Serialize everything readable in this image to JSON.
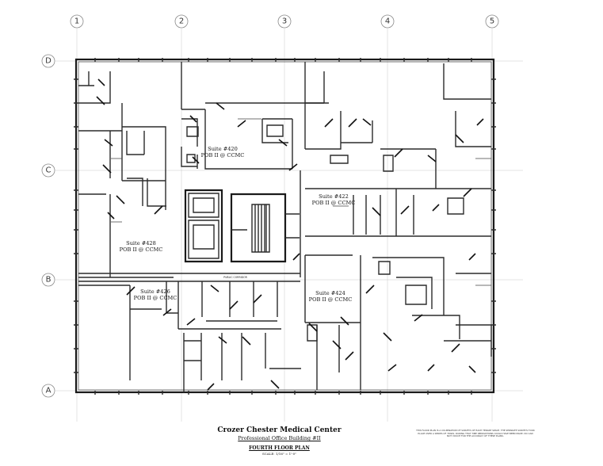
{
  "grid": {
    "columns": [
      "1",
      "2",
      "3",
      "4",
      "5"
    ],
    "rows": [
      "D",
      "C",
      "B",
      "A"
    ]
  },
  "suites": [
    {
      "number": "Suite #420",
      "building": "POB II @ CCMC"
    },
    {
      "number": "Suite #422",
      "building": "POB II @ CCMC"
    },
    {
      "number": "Suite #428",
      "building": "POB II @ CCMC"
    },
    {
      "number": "Suite #426",
      "building": "POB II @ CCMC"
    },
    {
      "number": "Suite #424",
      "building": "POB II @ CCMC"
    }
  ],
  "corridor_label": "PUBLIC CORRIDOR",
  "title_block": {
    "organization": "Crozer Chester Medical Center",
    "building": "Professional Office Building #II",
    "sheet": "FOURTH FLOOR PLAN",
    "scale": "SCALE: 1/16\" = 1'-0\""
  },
  "note": "THIS FLOOR PLAN IS A CULMINATION OF SURVEYS OF EACH TENANT SPACE. THE SEPARATE SURVEYS TOOK PLACE OVER A SERIES OF YEARS. DURING THAT TIME RENOVATIONS COULD HAVE BEEN MADE. DO CAN NOT VOUCH FOR THE ACCURACY OF THESE PLANS."
}
